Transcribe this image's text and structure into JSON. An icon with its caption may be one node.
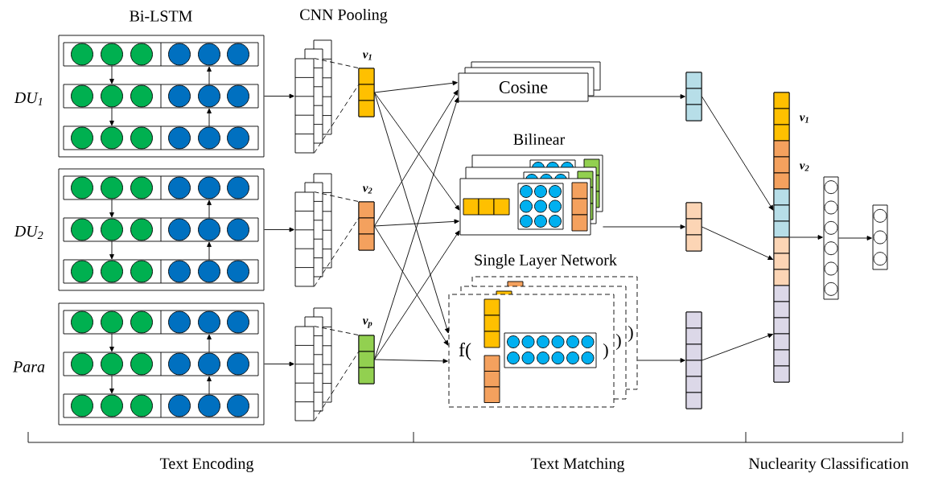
{
  "diagram": {
    "nodes": [
      {
        "text": [],
        "shape": "box",
        "beside": [
          "DU$_{1}$"
        ]
      },
      {
        "text": [],
        "shape": "box",
        "beside": [
          "DU$_{2}$"
        ]
      },
      {
        "text": [],
        "shape": "box",
        "beside": [
          "Para"
        ]
      },
      {
        "text": [],
        "shape": "stack"
      },
      {
        "text": [],
        "shape": "stack"
      },
      {
        "text": [],
        "shape": "stack"
      },
      {
        "text": [],
        "shape": "bar",
        "beside": [
          "v$_{1}$"
        ]
      },
      {
        "text": [],
        "shape": "bar",
        "beside": [
          "v$_{2}$"
        ]
      },
      {
        "text": [],
        "shape": "bar",
        "beside": [
          "v$_{p}$"
        ]
      },
      {
        "text": [
          "Cosine"
        ]
      },
      {
        "text": [
          "Bilinear"
        ]
      },
      {
        "text": [
          "Single Layer Network",
          "f(",
          ")",
          ")",
          ")"
        ]
      },
      {
        "text": [],
        "shape": "bar"
      },
      {
        "text": [],
        "shape": "bar"
      },
      {
        "text": [],
        "shape": "bar"
      },
      {
        "text": [],
        "shape": "bar",
        "beside": [
          "v$_{1}$",
          "v$_{2}$"
        ]
      },
      {
        "text": [],
        "shape": "bar"
      },
      {
        "text": [],
        "shape": "bar"
      }
    ],
    "edges": [
      {
        "from": 0,
        "to": 3,
        "arrow": "to"
      },
      {
        "from": 1,
        "to": 4,
        "arrow": "to"
      },
      {
        "from": 2,
        "to": 5,
        "arrow": "to"
      },
      {
        "from": 3,
        "to": 6,
        "arrow": "none",
        "style": "dashed"
      },
      {
        "from": 3,
        "to": 6,
        "arrow": "none",
        "style": "dashed"
      },
      {
        "from": 4,
        "to": 7,
        "arrow": "none",
        "style": "dashed"
      },
      {
        "from": 4,
        "to": 7,
        "arrow": "none",
        "style": "dashed"
      },
      {
        "from": 5,
        "to": 8,
        "arrow": "none",
        "style": "dashed"
      },
      {
        "from": 5,
        "to": 8,
        "arrow": "none",
        "style": "dashed"
      },
      {
        "from": 6,
        "to": 9,
        "arrow": "to"
      },
      {
        "from": 6,
        "to": 10,
        "arrow": "to"
      },
      {
        "from": 6,
        "to": 11,
        "arrow": "to"
      },
      {
        "from": 7,
        "to": 9,
        "arrow": "to"
      },
      {
        "from": 7,
        "to": 10,
        "arrow": "to"
      },
      {
        "from": 7,
        "to": 11,
        "arrow": "to"
      },
      {
        "from": 8,
        "to": 9,
        "arrow": "to"
      },
      {
        "from": 8,
        "to": 10,
        "arrow": "to"
      },
      {
        "from": 8,
        "to": 11,
        "arrow": "to"
      },
      {
        "from": 9,
        "to": 12,
        "arrow": "to"
      },
      {
        "from": 10,
        "to": 13,
        "arrow": "to"
      },
      {
        "from": 11,
        "to": 14,
        "arrow": "to"
      },
      {
        "from": 12,
        "to": 15,
        "arrow": "to"
      },
      {
        "from": 13,
        "to": 15,
        "arrow": "to"
      },
      {
        "from": 14,
        "to": 15,
        "arrow": "to"
      },
      {
        "from": 15,
        "to": 16,
        "arrow": "to"
      },
      {
        "from": 16,
        "to": 17,
        "arrow": "to"
      }
    ],
    "labels": [
      "Bi-LSTM",
      "CNN Pooling",
      "Text Encoding",
      "Text Matching",
      "Nuclearity Classification"
    ]
  }
}
